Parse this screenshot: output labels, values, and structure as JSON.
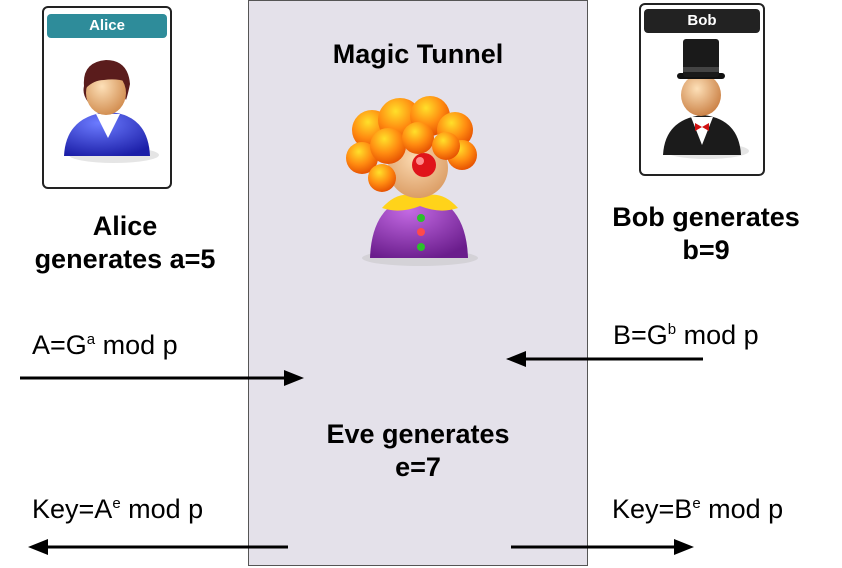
{
  "alice": {
    "card_label": "Alice",
    "caption_line1": "Alice",
    "caption_line2": "generates a=5",
    "formula_base": "A=G",
    "formula_sup": "a",
    "formula_tail": " mod p",
    "key_base": "Key=A",
    "key_sup": "e",
    "key_tail": " mod p"
  },
  "bob": {
    "card_label": "Bob",
    "caption_line1": "Bob generates",
    "caption_line2": "b=9",
    "formula_base": "B=G",
    "formula_sup": "b",
    "formula_tail": " mod p",
    "key_base": "Key=B",
    "key_sup": "e",
    "key_tail": " mod p"
  },
  "tunnel": {
    "title": "Magic Tunnel",
    "eve_line1": "Eve generates",
    "eve_line2": "e=7"
  },
  "colors": {
    "alice_tag": "#2e8c9a",
    "bob_tag": "#222222",
    "tunnel_bg": "#e4e1ea",
    "clown_hair": "#ff7a12",
    "clown_body": "#8c2fb0"
  },
  "icons": {
    "alice_avatar": "woman-user-icon",
    "bob_avatar": "top-hat-man-icon",
    "eve_avatar": "clown-icon"
  }
}
